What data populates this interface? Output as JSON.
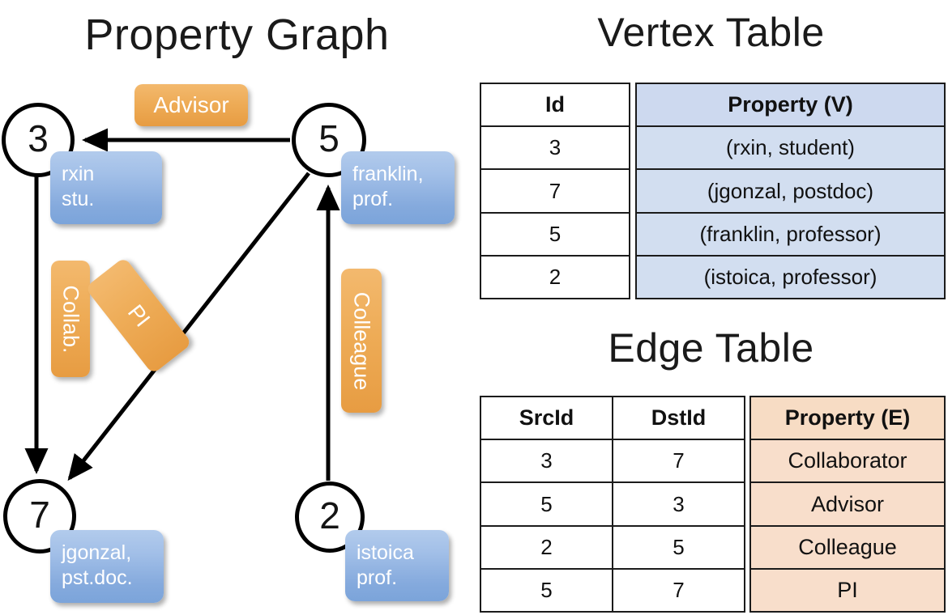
{
  "titles": {
    "property_graph": "Property Graph",
    "vertex_table": "Vertex Table",
    "edge_table": "Edge Table"
  },
  "graph": {
    "nodes": [
      {
        "id": "3",
        "name": "node-3",
        "property_lines": [
          "rxin",
          "stu."
        ]
      },
      {
        "id": "5",
        "name": "node-5",
        "property_lines": [
          "franklin,",
          "prof."
        ]
      },
      {
        "id": "7",
        "name": "node-7",
        "property_lines": [
          "jgonzal,",
          "pst.doc."
        ]
      },
      {
        "id": "2",
        "name": "node-2",
        "property_lines": [
          "istoica",
          "prof."
        ]
      }
    ],
    "edge_labels": [
      {
        "name": "advisor",
        "text": "Advisor"
      },
      {
        "name": "collab",
        "text": "Collab."
      },
      {
        "name": "pi",
        "text": "PI"
      },
      {
        "name": "colleague",
        "text": "Colleague"
      }
    ],
    "edges": [
      {
        "src": "5",
        "dst": "3",
        "label": "Advisor"
      },
      {
        "src": "3",
        "dst": "7",
        "label": "Collab."
      },
      {
        "src": "5",
        "dst": "7",
        "label": "PI"
      },
      {
        "src": "2",
        "dst": "5",
        "label": "Colleague"
      }
    ]
  },
  "vertex_table": {
    "headers": [
      "Id",
      "Property (V)"
    ],
    "rows": [
      {
        "id": "3",
        "property": "(rxin, student)"
      },
      {
        "id": "7",
        "property": "(jgonzal, postdoc)"
      },
      {
        "id": "5",
        "property": "(franklin, professor)"
      },
      {
        "id": "2",
        "property": "(istoica, professor)"
      }
    ]
  },
  "edge_table": {
    "headers": [
      "SrcId",
      "DstId",
      "Property (E)"
    ],
    "rows": [
      {
        "src": "3",
        "dst": "7",
        "property": "Collaborator"
      },
      {
        "src": "5",
        "dst": "3",
        "property": "Advisor"
      },
      {
        "src": "2",
        "dst": "5",
        "property": "Colleague"
      },
      {
        "src": "5",
        "dst": "7",
        "property": "PI"
      }
    ]
  },
  "colors": {
    "vertex_property_cell": "#d2def0",
    "edge_property_cell": "#f8decb",
    "node_property_box": "#8fb2e0",
    "edge_label_box": "#eeac57",
    "stroke": "#000000"
  }
}
